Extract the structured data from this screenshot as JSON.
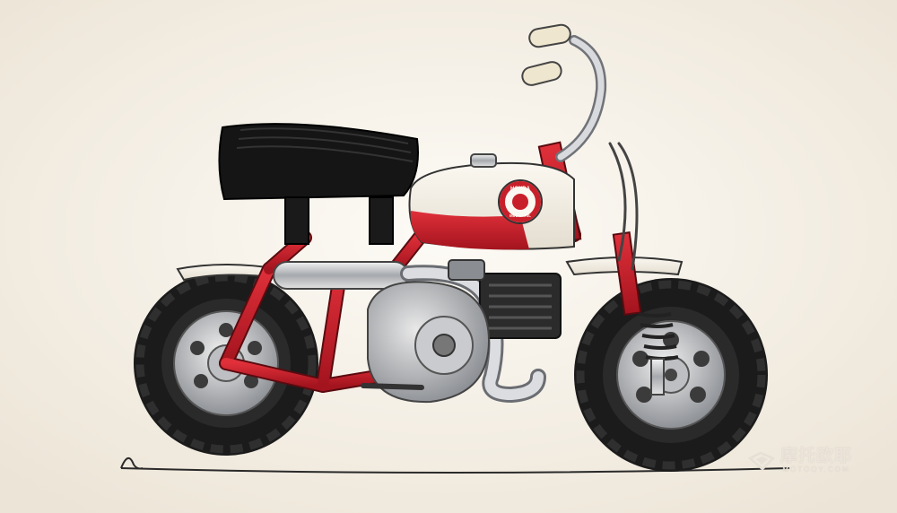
{
  "scene": {
    "subject": "vintage mini bike",
    "palette": {
      "background": "#f6f1e9",
      "frame_red": "#c8202b",
      "tank_white": "#f3efe6",
      "tire": "#1b1b1b",
      "chrome": "#b9bcc0",
      "seat": "#151515"
    }
  },
  "tank_badge": {
    "brand": "HONDA",
    "model": "MINI TRAIL"
  },
  "watermark": {
    "cn": "摩托欧耶",
    "en": "MOTOOY.COM"
  }
}
